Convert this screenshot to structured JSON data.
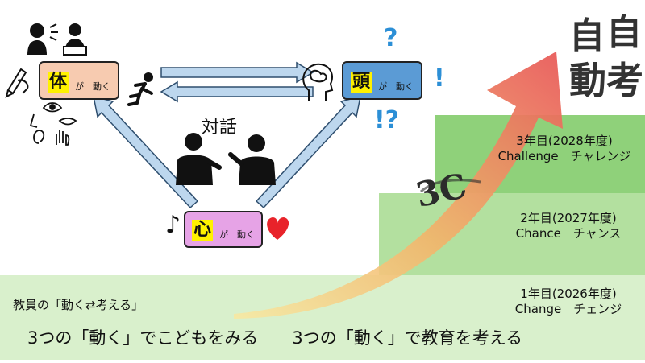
{
  "boxes": {
    "body": {
      "kanji": "体",
      "sub": "が　動く",
      "color": "#f7cbb0"
    },
    "head": {
      "kanji": "頭",
      "sub": "が　動く",
      "color": "#5b9bd5"
    },
    "heart": {
      "kanji": "心",
      "sub": "が　動く",
      "color": "#e6a3e6"
    }
  },
  "dialogue_label": "対話",
  "marks": {
    "q": "?",
    "excl": "!",
    "qe": "!?",
    "note": "♪"
  },
  "banner": {
    "line1": "自",
    "line2": "自",
    "line3": "動",
    "line4": "考"
  },
  "arrow_label": "3C",
  "steps": [
    {
      "year": "3年目(2028年度)",
      "name": "Challenge　チャレンジ"
    },
    {
      "year": "2年目(2027年度)",
      "name": "Chance　チャンス"
    },
    {
      "year": "1年目(2026年度)",
      "name": "Change　チェンジ"
    }
  ],
  "caption": "教員の「動く⇄考える」",
  "footer": "3つの「動く」でこどもをみる　　3つの「動く」で教育を考える",
  "icons": [
    "speaker-icon",
    "reader-icon",
    "pencil-hand-icon",
    "eye-icon",
    "nose-icon",
    "mouth-icon",
    "ear-icon",
    "hand-icon",
    "runner-icon",
    "brain-head-icon",
    "two-people-icon",
    "heart-icon"
  ],
  "colors": {
    "step_dark": "#8fd17a",
    "step_mid": "#b3e09f",
    "step_light": "#d9f0cc",
    "arrow_red": "#e85a5a",
    "question_blue": "#2c8fd6"
  }
}
